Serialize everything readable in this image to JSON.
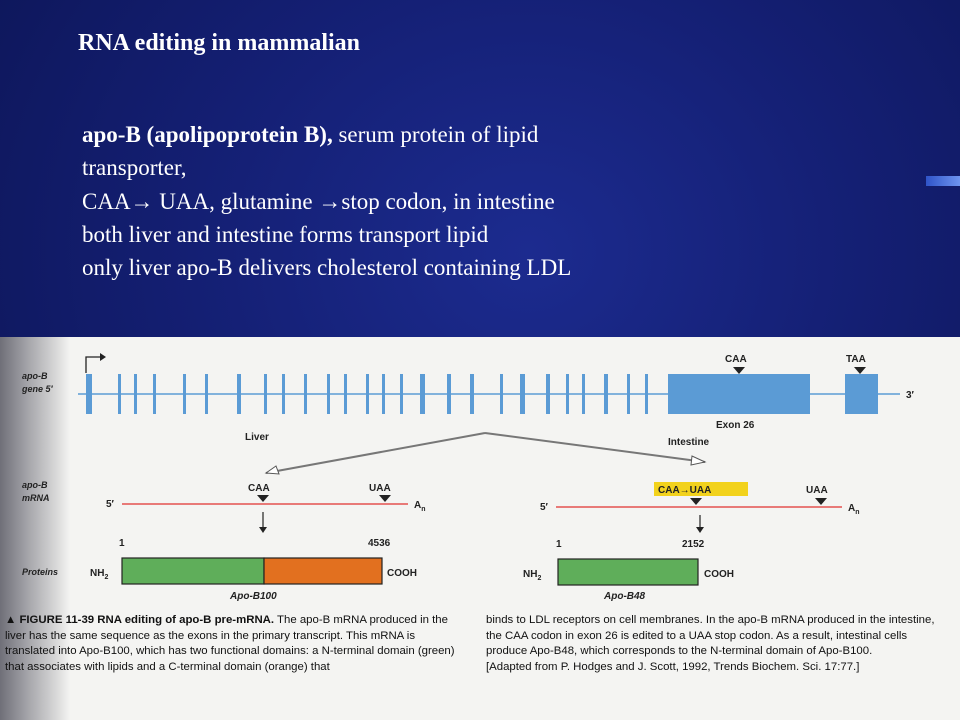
{
  "slide": {
    "title": "RNA editing in mammalian",
    "line1_bold": "apo-B (apolipoprotein B),",
    "line1_rest": " serum protein of lipid",
    "line2": "transporter,",
    "line3": "CAA→ UAA, glutamine →stop codon,  in intestine",
    "line4": "both liver and intestine forms transport lipid",
    "line5": "only liver apo-B delivers cholesterol containing LDL"
  },
  "figure": {
    "gene_label_1": "apo-B",
    "gene_label_2": "gene 5′",
    "gene_3prime": "3′",
    "caa_top": "CAA",
    "taa_top": "TAA",
    "exon_label": "Exon 26",
    "liver_label": "Liver",
    "intestine_label": "Intestine",
    "mrna_label_1": "apo-B",
    "mrna_label_2": "mRNA",
    "five_prime_left": "5′",
    "five_prime_right": "5′",
    "caa_liver": "CAA",
    "uaa_liver": "UAA",
    "edited_codon": "CAA→UAA",
    "uaa_intestine": "UAA",
    "an_left": "A",
    "an_right": "A",
    "an_sub": "n",
    "proteins_label": "Proteins",
    "num1_left": "1",
    "num_end_left": "4536",
    "num1_right": "1",
    "num_end_right": "2152",
    "nh2": "NH",
    "nh2_sub": "2",
    "cooh": "COOH",
    "apo_b100": "Apo-B100",
    "apo_b48": "Apo-B48",
    "colors": {
      "green": "#5fae5a",
      "orange": "#e2701f",
      "blue": "#5b9bd5",
      "red_line": "#e03030",
      "yellow": "#f2d21c"
    }
  },
  "caption": {
    "fig_label": "▲ FIGURE 11-39  RNA editing of apo-B pre-mRNA.",
    "left_rest": " The apo-B mRNA produced in the liver has the same sequence as the exons in the primary transcript. This mRNA is translated into Apo-B100, which has two functional domains: a N-terminal domain (green) that associates with lipids and a C-terminal domain (orange) that",
    "right_text": "binds to LDL receptors on cell membranes. In the apo-B mRNA produced in the intestine, the CAA codon in exon 26 is edited to a UAA stop codon. As a result, intestinal cells produce Apo-B48, which corresponds to the N-terminal domain of Apo-B100.",
    "right_ref": "[Adapted from P. Hodges and J. Scott, 1992, Trends Biochem. Sci. 17:77.]"
  }
}
